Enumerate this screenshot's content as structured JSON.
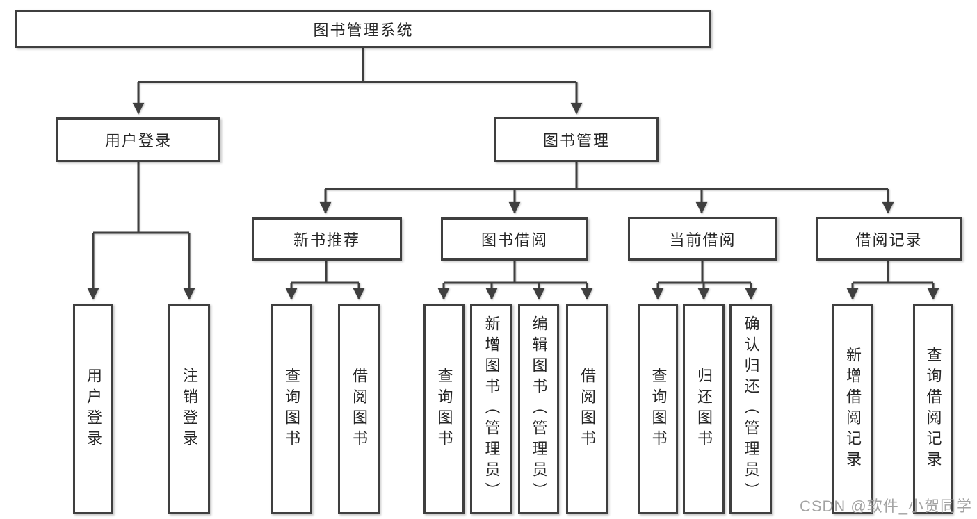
{
  "root": {
    "label": "图书管理系统"
  },
  "branches": [
    {
      "label": "用户登录",
      "children": [
        {
          "label": "用户登录"
        },
        {
          "label": "注销登录"
        }
      ]
    },
    {
      "label": "图书管理",
      "sections": [
        {
          "label": "新书推荐",
          "children": [
            {
              "label": "查询图书"
            },
            {
              "label": "借阅图书"
            }
          ]
        },
        {
          "label": "图书借阅",
          "children": [
            {
              "label": "查询图书"
            },
            {
              "label": "新增图书（管理员）"
            },
            {
              "label": "编辑图书（管理员）"
            },
            {
              "label": "借阅图书"
            }
          ]
        },
        {
          "label": "当前借阅",
          "children": [
            {
              "label": "查询图书"
            },
            {
              "label": "归还图书"
            },
            {
              "label": "确认归还（管理员）"
            }
          ]
        },
        {
          "label": "借阅记录",
          "children": [
            {
              "label": "新增借阅记录"
            },
            {
              "label": "查询借阅记录"
            }
          ]
        }
      ]
    }
  ],
  "watermark": {
    "text": "CSDN @软件_小贺同学"
  },
  "colors": {
    "line": "#3f3f3f",
    "text": "#262626",
    "watermark": "#9b9b9b",
    "background": "#ffffff"
  }
}
